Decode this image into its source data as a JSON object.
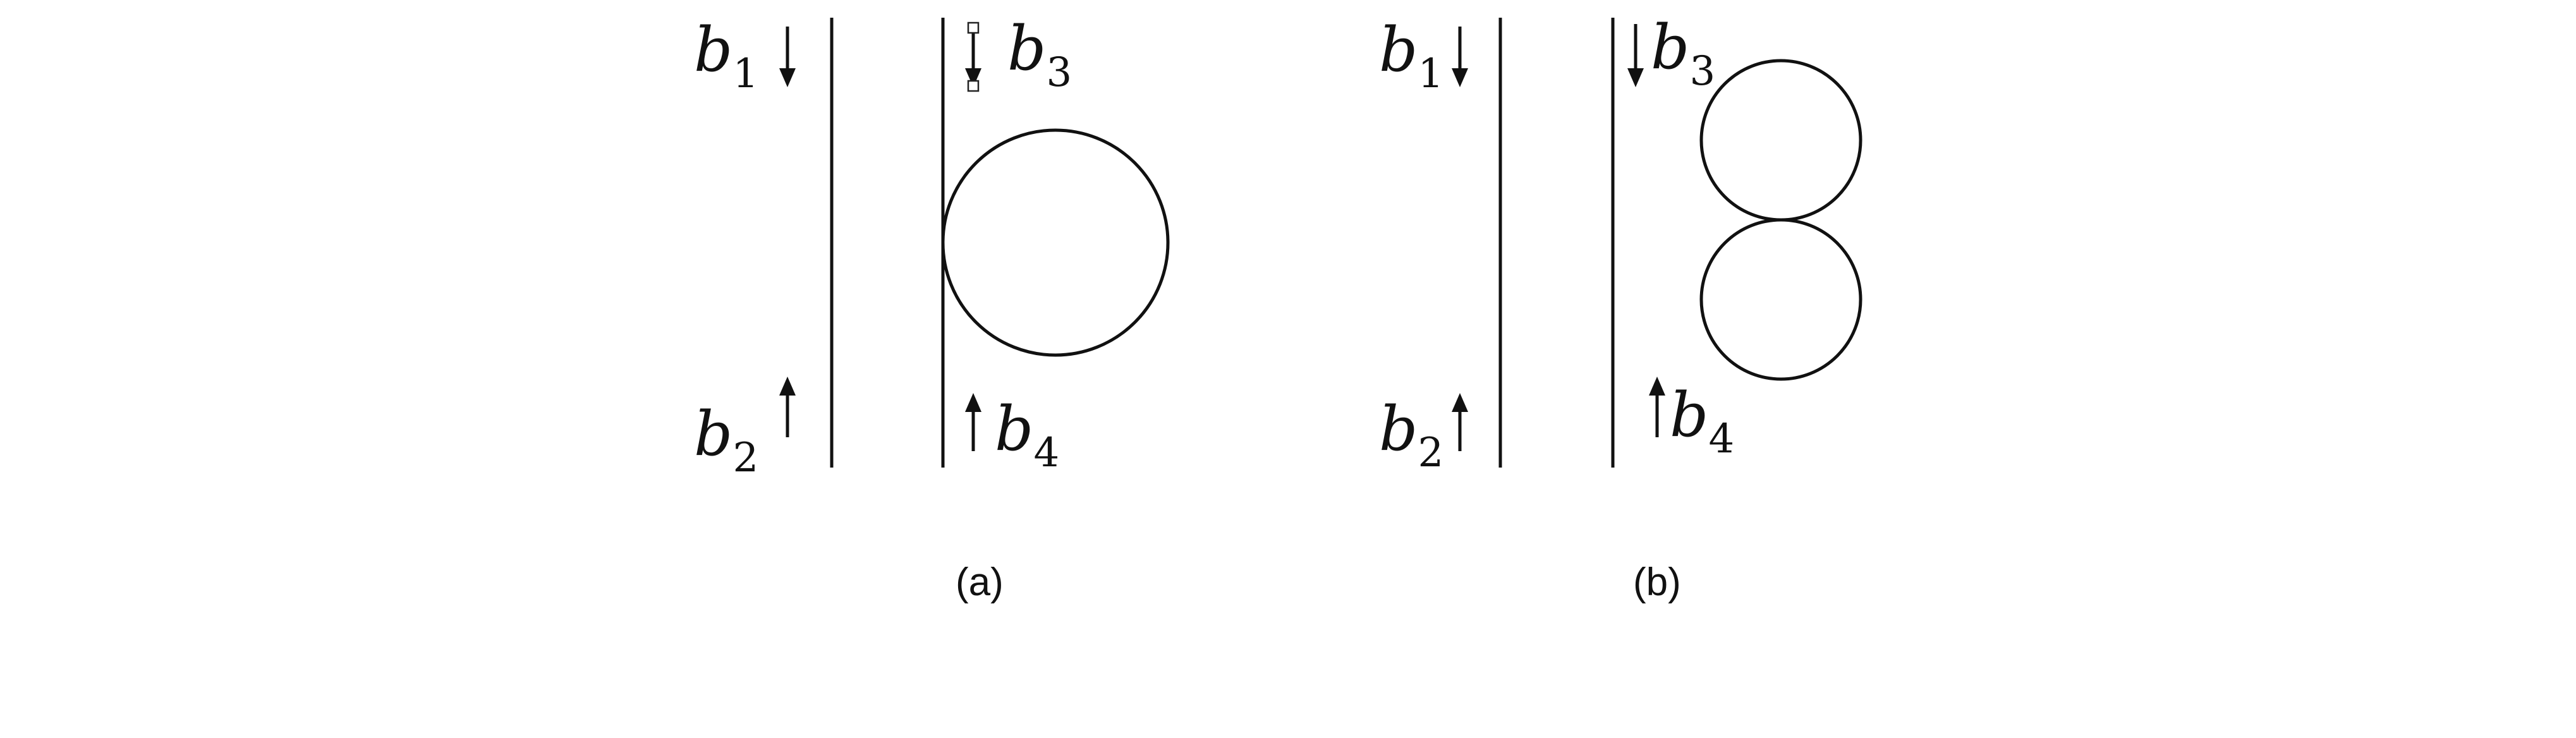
{
  "panels": [
    {
      "caption": "(a)",
      "labels": {
        "b1": {
          "base": "b",
          "sub": "1"
        },
        "b2": {
          "base": "b",
          "sub": "2"
        },
        "b3": {
          "base": "b",
          "sub": "3"
        },
        "b4": {
          "base": "b",
          "sub": "4"
        }
      }
    },
    {
      "caption": "(b)",
      "labels": {
        "b1": {
          "base": "b",
          "sub": "1"
        },
        "b2": {
          "base": "b",
          "sub": "2"
        },
        "b3": {
          "base": "b",
          "sub": "3"
        },
        "b4": {
          "base": "b",
          "sub": "4"
        }
      }
    }
  ],
  "colors": {
    "line": "#111111",
    "background": "#ffffff"
  }
}
